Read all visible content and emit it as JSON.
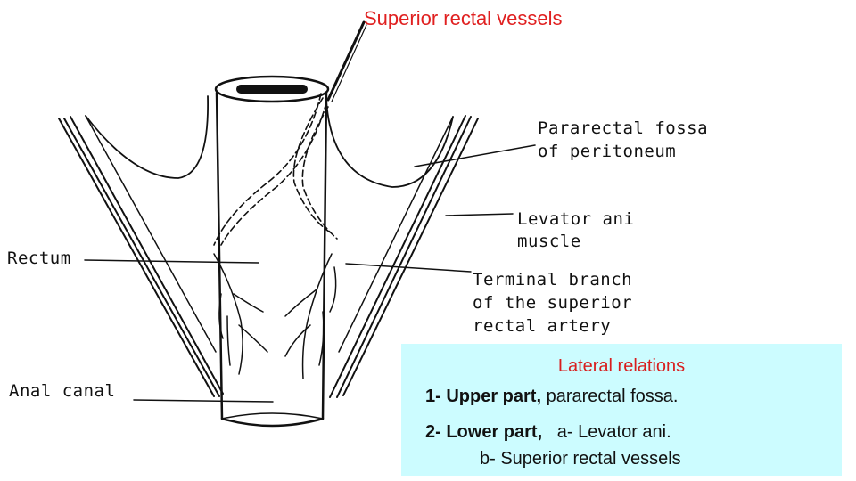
{
  "title": "Superior rectal vessels",
  "labels": {
    "pararectal_1": "Pararectal fossa",
    "pararectal_2": "of peritoneum",
    "levator_1": "Levator ani",
    "levator_2": "muscle",
    "rectum": "Rectum",
    "terminal_1": "Terminal branch",
    "terminal_2": "of the superior",
    "terminal_3": "rectal artery",
    "anal_canal": "Anal canal"
  },
  "info_box": {
    "heading": "Lateral relations",
    "line1_bold": "1- Upper part,",
    "line1_rest": " pararectal fossa.",
    "line2_bold": "2- Lower part,",
    "line2_rest": "   a- Levator ani.",
    "line3": "b- Superior rectal vessels"
  },
  "colors": {
    "title": "#e02020",
    "heading": "#d81e1e",
    "box": "#ccfcff",
    "ink": "#111111"
  }
}
